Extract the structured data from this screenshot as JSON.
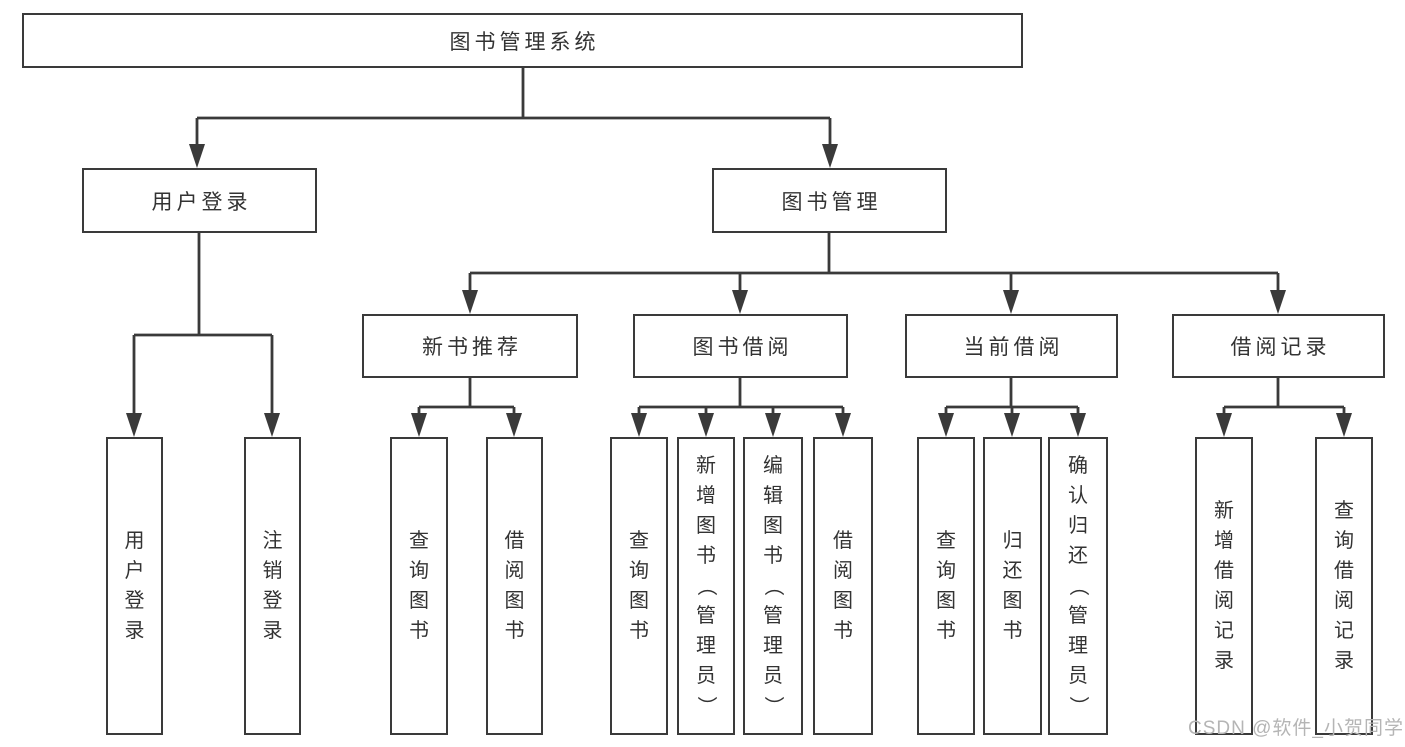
{
  "diagram_type": "hierarchy-tree",
  "colors": {
    "background": "#ffffff",
    "line": "#3a3a3a",
    "box_border": "#3a3a3a",
    "text": "#333333",
    "watermark": "#b5b5b5"
  },
  "tree": {
    "label": "图书管理系统",
    "children": [
      {
        "label": "用户登录",
        "children": [
          {
            "label": "用户登录"
          },
          {
            "label": "注销登录"
          }
        ]
      },
      {
        "label": "图书管理",
        "children": [
          {
            "label": "新书推荐",
            "children": [
              {
                "label": "查询图书"
              },
              {
                "label": "借阅图书"
              }
            ]
          },
          {
            "label": "图书借阅",
            "children": [
              {
                "label": "查询图书"
              },
              {
                "label": "新增图书（管理员）"
              },
              {
                "label": "编辑图书（管理员）"
              },
              {
                "label": "借阅图书"
              }
            ]
          },
          {
            "label": "当前借阅",
            "children": [
              {
                "label": "查询图书"
              },
              {
                "label": "归还图书"
              },
              {
                "label": "确认归还（管理员）"
              }
            ]
          },
          {
            "label": "借阅记录",
            "children": [
              {
                "label": "新增借阅记录"
              },
              {
                "label": "查询借阅记录"
              }
            ]
          }
        ]
      }
    ]
  },
  "watermark": "CSDN @软件_小贺同学"
}
